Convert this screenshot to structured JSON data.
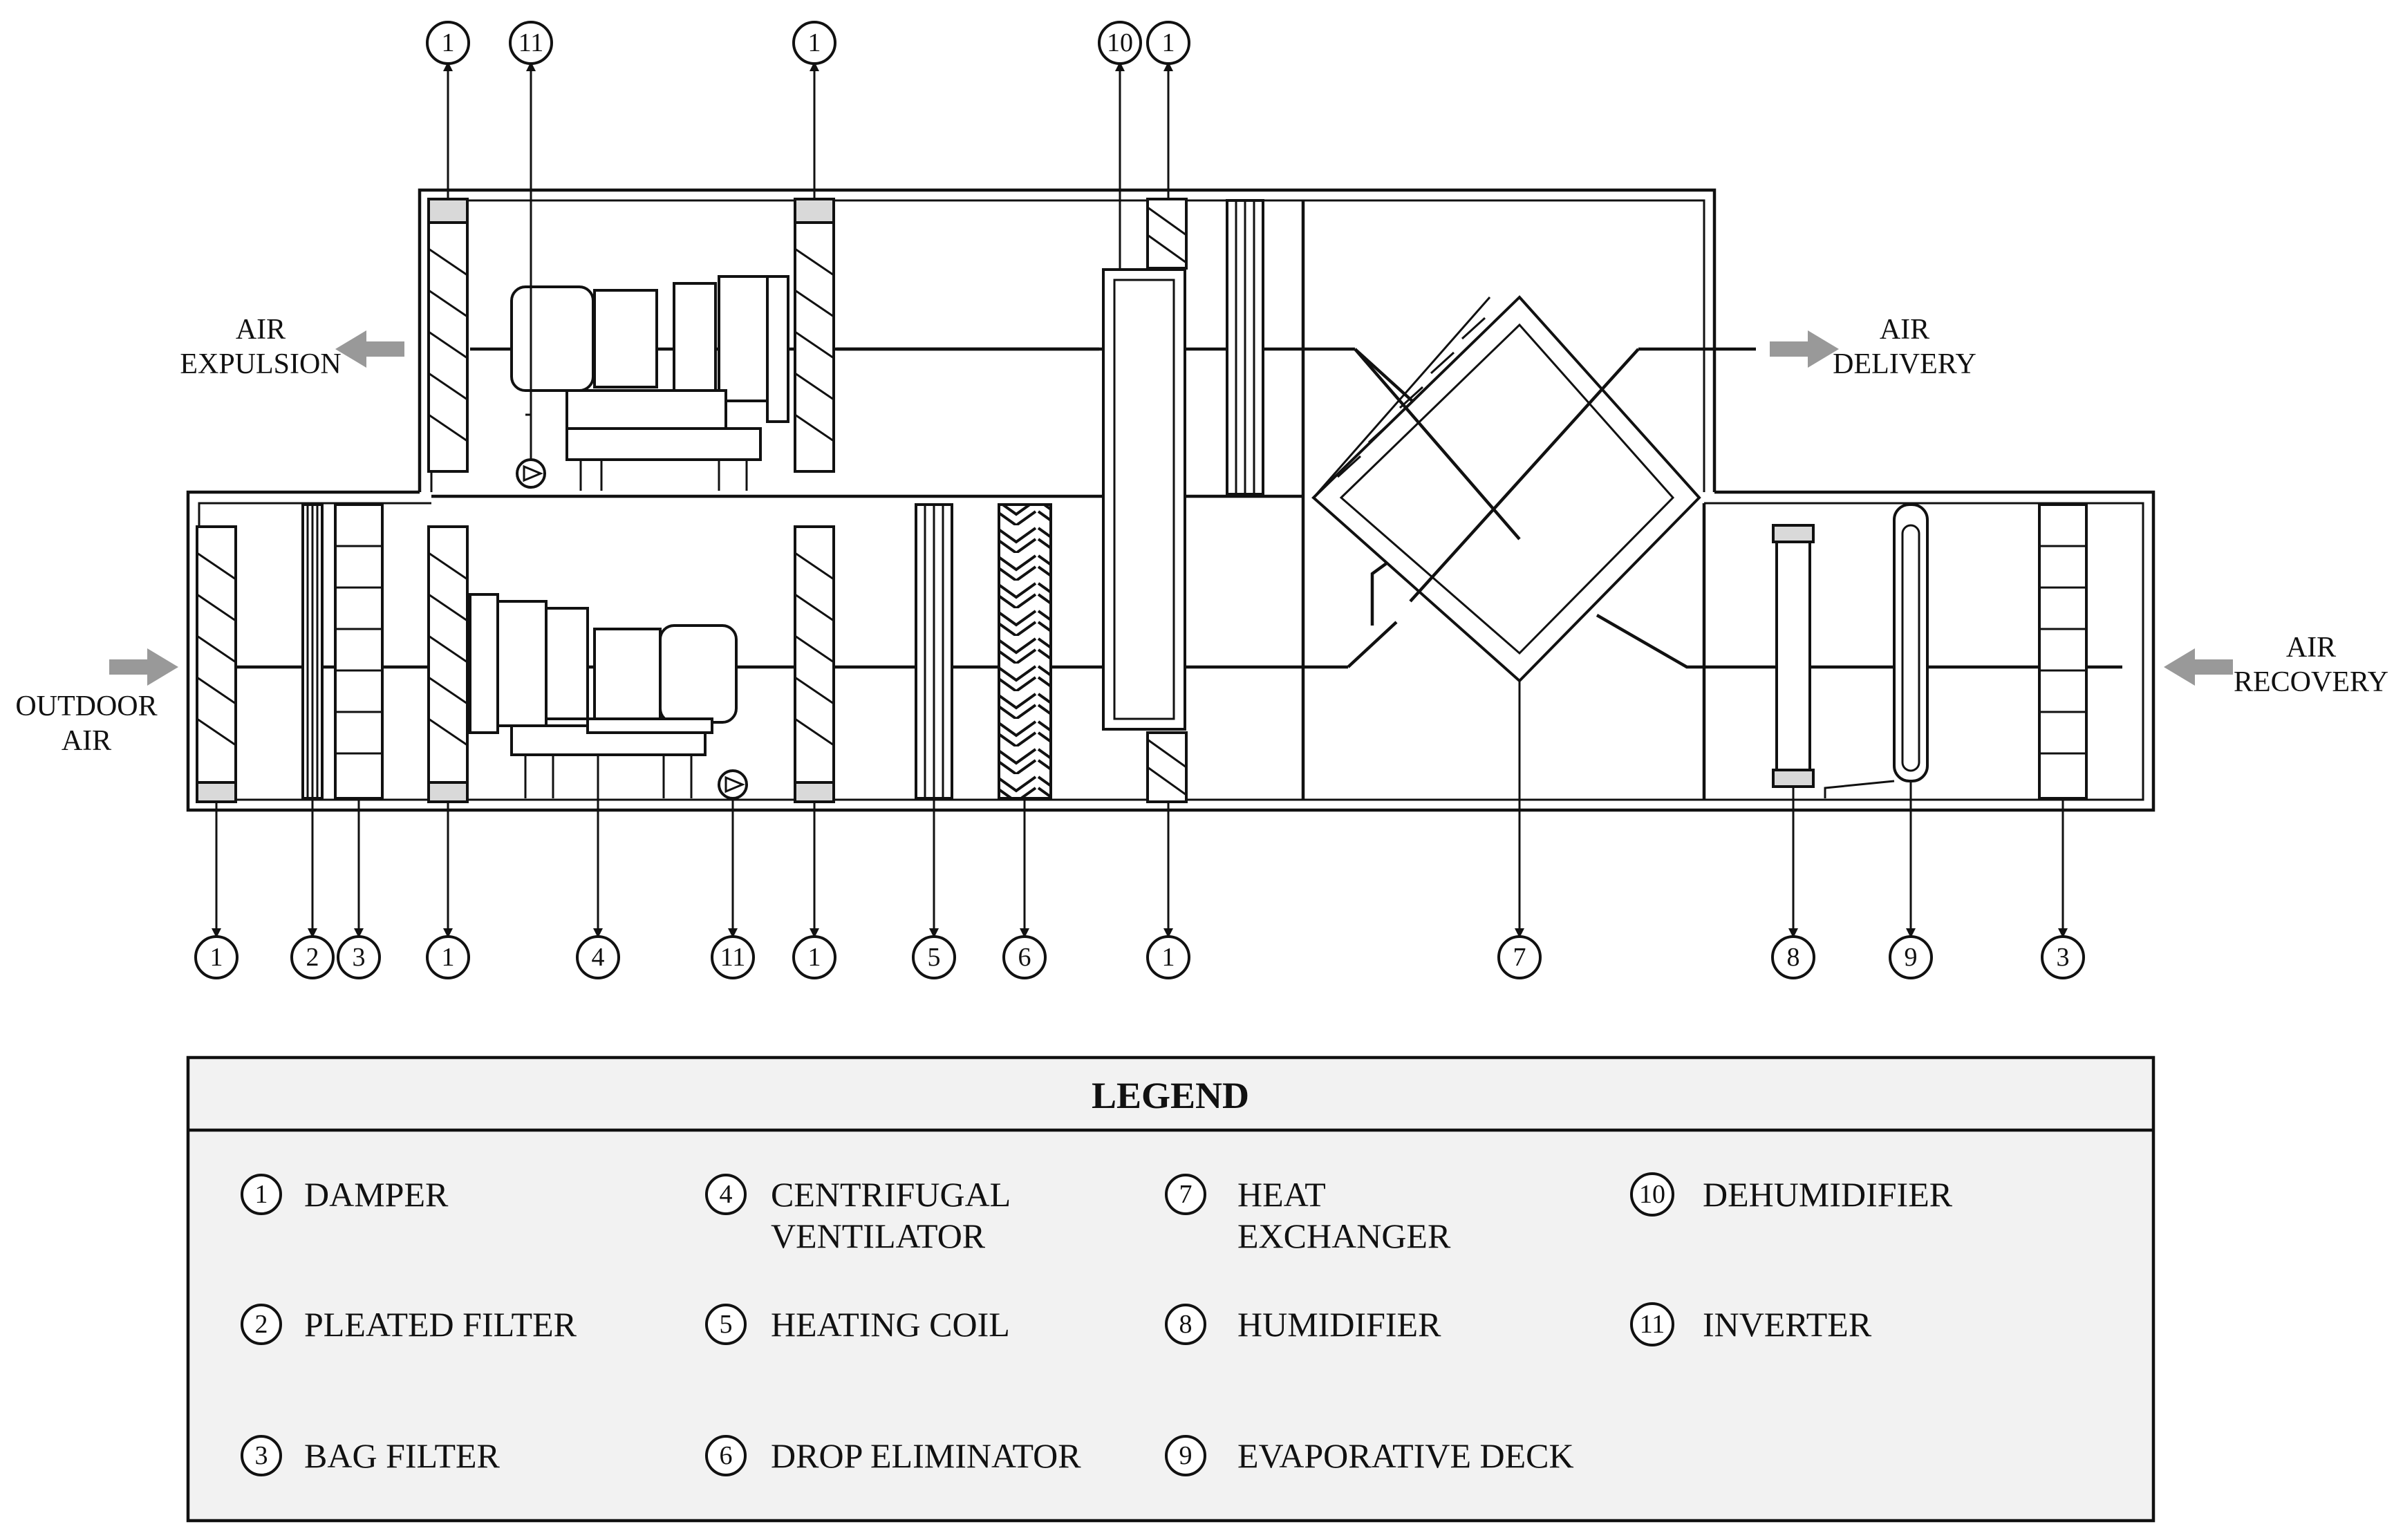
{
  "flow_labels": {
    "air_expulsion": [
      "AIR",
      "EXPULSION"
    ],
    "air_delivery": [
      "AIR",
      "DELIVERY"
    ],
    "outdoor_air": [
      "OUTDOOR",
      "AIR"
    ],
    "air_recovery": [
      "AIR",
      "RECOVERY"
    ]
  },
  "callouts_top": [
    "1",
    "11",
    "1",
    "10",
    "1"
  ],
  "callouts_bottom": [
    "1",
    "2",
    "3",
    "1",
    "4",
    "11",
    "1",
    "5",
    "6",
    "1",
    "7",
    "8",
    "9",
    "3"
  ],
  "legend": {
    "title": "LEGEND",
    "items": [
      {
        "num": "1",
        "lines": [
          "DAMPER"
        ]
      },
      {
        "num": "2",
        "lines": [
          "PLEATED FILTER"
        ]
      },
      {
        "num": "3",
        "lines": [
          "BAG FILTER"
        ]
      },
      {
        "num": "4",
        "lines": [
          "CENTRIFUGAL",
          "VENTILATOR"
        ]
      },
      {
        "num": "5",
        "lines": [
          "HEATING COIL"
        ]
      },
      {
        "num": "6",
        "lines": [
          "DROP ELIMINATOR"
        ]
      },
      {
        "num": "7",
        "lines": [
          "HEAT",
          "EXCHANGER"
        ]
      },
      {
        "num": "8",
        "lines": [
          "HUMIDIFIER"
        ]
      },
      {
        "num": "9",
        "lines": [
          "EVAPORATIVE DECK"
        ]
      },
      {
        "num": "10",
        "lines": [
          "DEHUMIDIFIER"
        ]
      },
      {
        "num": "11",
        "lines": [
          "INVERTER"
        ]
      }
    ]
  }
}
